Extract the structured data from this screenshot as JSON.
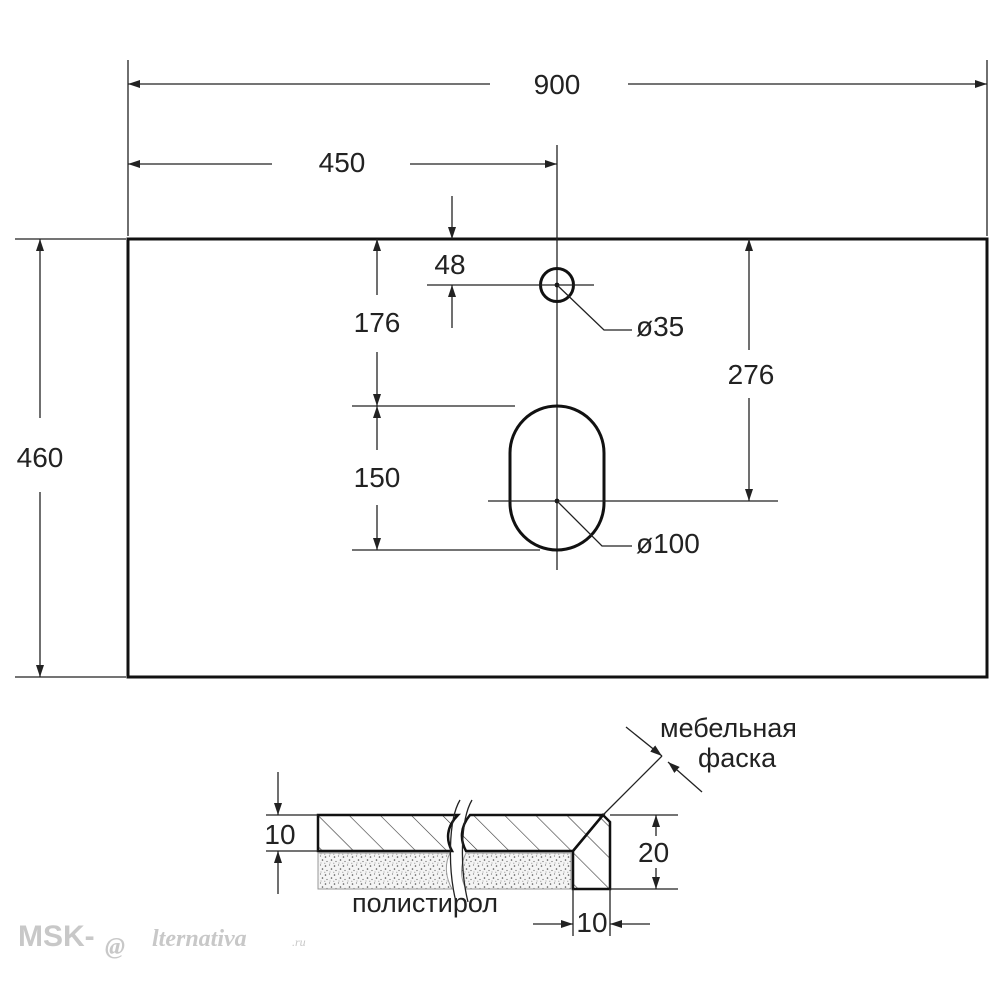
{
  "dimensions": {
    "total_width": "900",
    "half_width": "450",
    "depth": "460",
    "tap_offset": "48",
    "tap_to_basin": "176",
    "basin_length": "150",
    "tap_to_drain": "276",
    "tap_diameter": "ø35",
    "drain_diameter": "ø100"
  },
  "section": {
    "top_thickness": "10",
    "edge_height": "20",
    "edge_width": "10",
    "edge_note_line1": "мебельная",
    "edge_note_line2": "фаска",
    "filler_label": "полистирол"
  },
  "watermark": {
    "prefix": "MSK-",
    "at": "@",
    "suffix": "lternativa",
    "tld": ".ru"
  },
  "colors": {
    "line": "#111111",
    "text": "#222222",
    "watermark": "#c8c8c8"
  }
}
